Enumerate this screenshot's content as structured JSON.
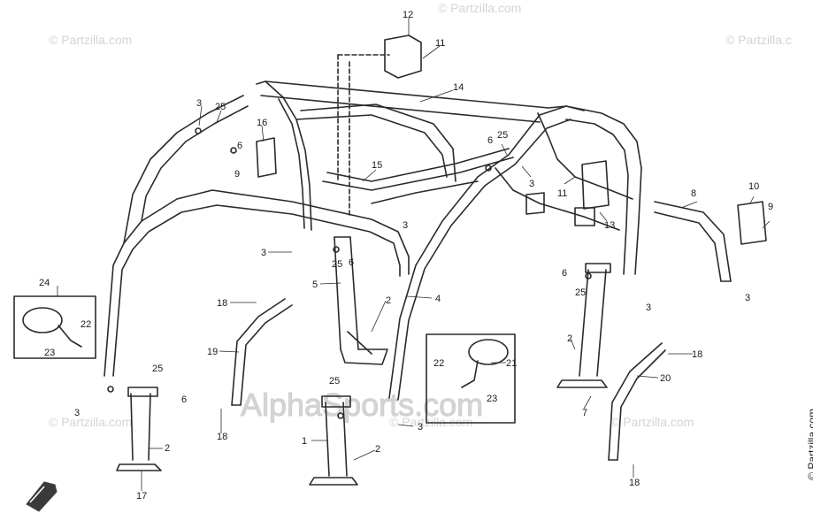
{
  "watermarks": {
    "top_left": "© Partzilla.com",
    "top_center": "© Partzilla.com",
    "top_right": "© Partzilla.c",
    "center_logo": "AlphaSports.com",
    "bottom_left": "© Partzilla.com",
    "bottom_center": "© Partzilla.com",
    "bottom_right": "© Partzilla.com",
    "side": "© Partzilla.com"
  },
  "callouts": {
    "c1": "1",
    "c2a": "2",
    "c2b": "2",
    "c2c": "2",
    "c2d": "2",
    "c3a": "3",
    "c3b": "3",
    "c3c": "3",
    "c3d": "3",
    "c3e": "3",
    "c3f": "3",
    "c3g": "3",
    "c4": "4",
    "c5": "5",
    "c6a": "6",
    "c6b": "6",
    "c6c": "6",
    "c6d": "6",
    "c6e": "6",
    "c7": "7",
    "c8": "8",
    "c9a": "9",
    "c9b": "9",
    "c10": "10",
    "c11a": "11",
    "c11b": "11",
    "c12": "12",
    "c13": "13",
    "c14": "14",
    "c15": "15",
    "c16": "16",
    "c17": "17",
    "c18a": "18",
    "c18b": "18",
    "c18c": "18",
    "c18d": "18",
    "c19": "19",
    "c20": "20",
    "c21": "21",
    "c22a": "22",
    "c22b": "22",
    "c23a": "23",
    "c23b": "23",
    "c24": "24",
    "c25a": "25",
    "c25b": "25",
    "c25c": "25",
    "c25d": "25",
    "c25e": "25"
  },
  "colors": {
    "line": "#2a2a2a",
    "watermark": "#d4d4d4",
    "background": "#ffffff"
  }
}
